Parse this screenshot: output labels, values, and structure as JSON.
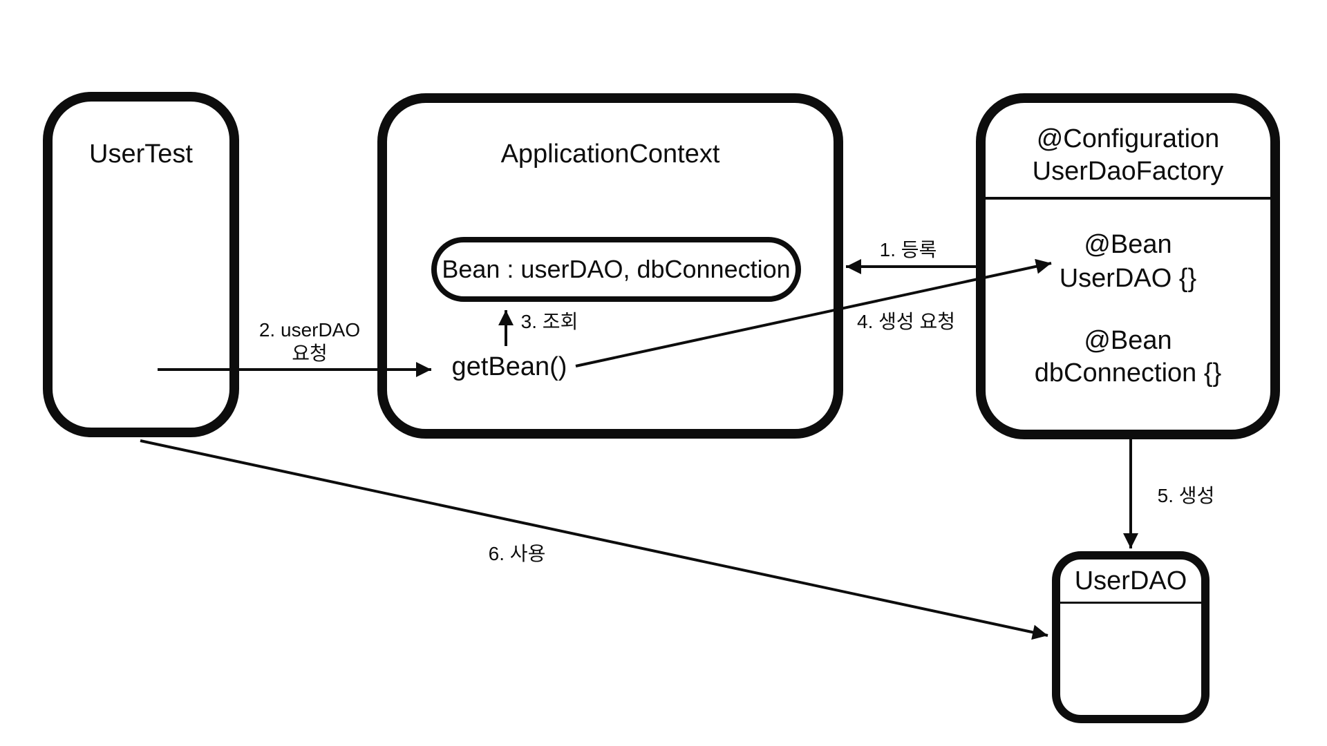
{
  "colors": {
    "ink": "#0d0d0d",
    "background": "#ffffff"
  },
  "user_test": {
    "title": "UserTest"
  },
  "application_context": {
    "title": "ApplicationContext",
    "bean_registry": "Bean : userDAO, dbConnection",
    "get_bean": "getBean()"
  },
  "user_dao_factory": {
    "title_line1": "@Configuration",
    "title_line2": "UserDaoFactory",
    "bean1_line1": "@Bean",
    "bean1_line2": "UserDAO {}",
    "bean2_line1": "@Bean",
    "bean2_line2": "dbConnection {}"
  },
  "user_dao": {
    "title": "UserDAO"
  },
  "arrow_labels": {
    "register": "1. 등록",
    "request_line1": "2. userDAO",
    "request_line2": "요청",
    "lookup": "3. 조회",
    "create_request": "4. 생성 요청",
    "create": "5. 생성",
    "use": "6. 사용"
  }
}
